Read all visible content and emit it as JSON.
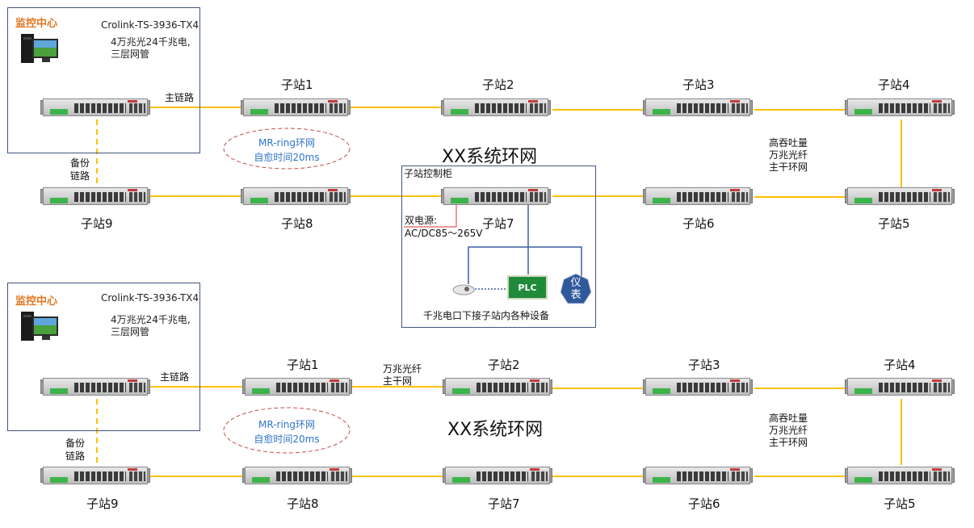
{
  "colors": {
    "link": "#ffc000",
    "box_border": "#41577a",
    "monitor_text": "#e2761e",
    "ring_text": "#2f73c8",
    "ring_ellipse": "#c0504d",
    "plc": "#1f8a3a",
    "meter": "#2e5a9b",
    "power_line": "#e03030",
    "device_line": "#3c5fa0"
  },
  "icons": {
    "switch": "rack-switch-icon",
    "computer": "desktop-computer-icon",
    "plc": "plc-device-icon",
    "meter": "instrument-meter-icon",
    "camera": "camera-icon"
  },
  "top": {
    "monitor": {
      "title": "监控中心",
      "model": "Crolink-TS-3936-TX4",
      "desc_line1": "4万兆光24千兆电,",
      "desc_line2": "三层网管"
    },
    "main_link": "主链路",
    "backup_link_line1": "备份",
    "backup_link_line2": "链路",
    "ring_line1": "MR-ring环网",
    "ring_line2": "自愈时间20ms",
    "title": "XX系统环网",
    "backbone_line1": "高吞吐量",
    "backbone_line2": "万兆光纤",
    "backbone_line3": "主干环网",
    "stations": [
      "子站1",
      "子站2",
      "子站3",
      "子站4",
      "子站5",
      "子站6",
      "子站7",
      "子站8",
      "子站9"
    ],
    "cabinet": {
      "title": "子站控制柜",
      "power_line1": "双电源:",
      "power_line2": "AC/DC85～265V",
      "plc": "PLC",
      "meter_line1": "仪",
      "meter_line2": "表",
      "note": "千兆电口下接子站内各种设备"
    }
  },
  "bottom": {
    "monitor": {
      "title": "监控中心",
      "model": "Crolink-TS-3936-TX4",
      "desc_line1": "4万兆光24千兆电,",
      "desc_line2": "三层网管"
    },
    "main_link": "主链路",
    "backup_link_line1": "备份",
    "backup_link_line2": "链路",
    "ring_line1": "MR-ring环网",
    "ring_line2": "自愈时间20ms",
    "title": "XX系统环网",
    "fiber_line1": "万兆光纤",
    "fiber_line2": "主干网",
    "backbone_line1": "高吞吐量",
    "backbone_line2": "万兆光纤",
    "backbone_line3": "主干环网",
    "stations": [
      "子站1",
      "子站2",
      "子站3",
      "子站4",
      "子站5",
      "子站6",
      "子站7",
      "子站8",
      "子站9"
    ]
  }
}
